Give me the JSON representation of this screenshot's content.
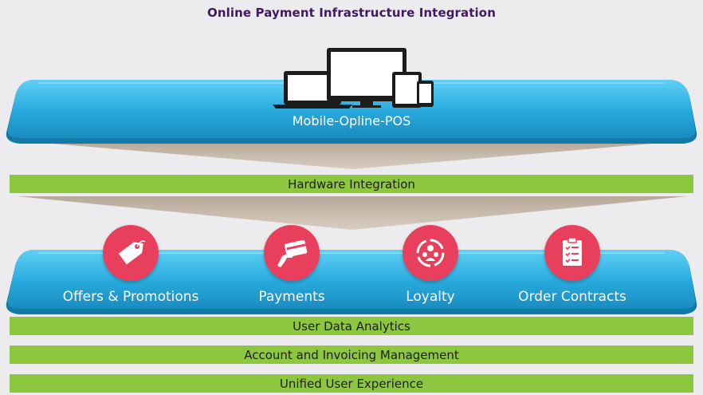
{
  "title": "Online Payment Infrastructure Integration",
  "top_platform": {
    "label": "Mobile-Opline-POS",
    "icon": "devices-icon"
  },
  "hardware_bar": "Hardware Integration",
  "modules": [
    {
      "label": "Offers & Promotions",
      "icon": "tag-icon"
    },
    {
      "label": "Payments",
      "icon": "card-payment-icon"
    },
    {
      "label": "Loyalty",
      "icon": "loyalty-people-icon"
    },
    {
      "label": "Order Contracts",
      "icon": "clipboard-checklist-icon"
    }
  ],
  "bottom_bars": [
    "User Data Analytics",
    "Account and Invoicing Management",
    "Unified User Experience"
  ],
  "colors": {
    "platform_blue": "#29a8dc",
    "bar_green": "#8dc63f",
    "icon_red": "#e8405c",
    "funnel_tan": "#c3b5a8",
    "title_purple": "#3d1a63"
  }
}
